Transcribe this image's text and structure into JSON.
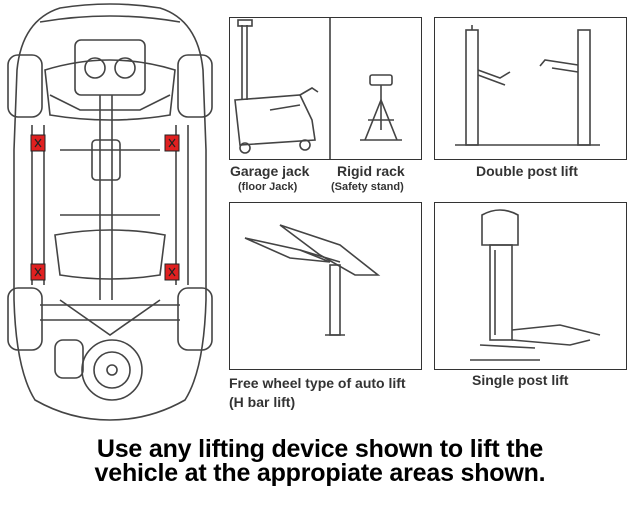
{
  "figure": {
    "car": {
      "lift_point_icon": "x-mark-icon",
      "lift_point_color": "#e02020"
    },
    "equipment": {
      "garage_jack": {
        "label": "Garage jack",
        "sublabel": "(floor Jack)"
      },
      "rigid_rack": {
        "label": "Rigid rack",
        "sublabel": "(Safety stand)"
      },
      "double_post_lift": {
        "label": "Double post lift"
      },
      "free_wheel_lift": {
        "label": "Free wheel type of auto lift",
        "sublabel": "(H bar lift)"
      },
      "single_post_lift": {
        "label": "Single post lift"
      }
    },
    "caption_line1": "Use any lifting device shown to lift the",
    "caption_line2": "vehicle at the appropiate areas shown."
  }
}
